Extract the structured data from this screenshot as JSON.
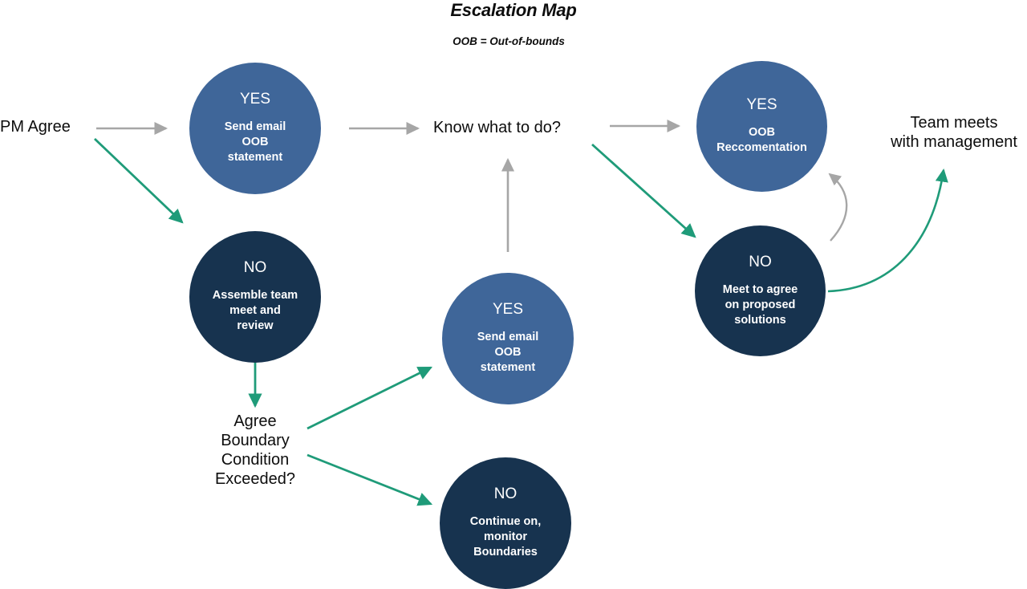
{
  "diagram": {
    "title": "Escalation Map",
    "subtitle": "OOB = Out-of-bounds",
    "colors": {
      "blue": "#3f6699",
      "navy": "#17334f",
      "green": "#1f9b79",
      "gray": "#a6a6a6",
      "text": "#0d0d0d",
      "background": "#ffffff"
    },
    "nodes": {
      "pm_agree": {
        "label": "PM Agree"
      },
      "yes_send_email_1": {
        "head": "YES",
        "body": "Send email\nOOB\nstatement"
      },
      "no_assemble_team": {
        "head": "NO",
        "body": "Assemble team\nmeet and\nreview"
      },
      "know_what_to_do": {
        "label": "Know what to do?"
      },
      "agree_boundary": {
        "label": "Agree\nBoundary\nCondition\nExceeded?"
      },
      "yes_send_email_2": {
        "head": "YES",
        "body": "Send email\nOOB\nstatement"
      },
      "no_continue_on": {
        "head": "NO",
        "body": "Continue on,\nmonitor\nBoundaries"
      },
      "yes_oob_recommendation": {
        "head": "YES",
        "body": "OOB\nReccomentation"
      },
      "no_meet_to_agree": {
        "head": "NO",
        "body": "Meet to agree\non proposed\nsolutions"
      },
      "team_meets_management": {
        "label": "Team meets\nwith management"
      }
    },
    "edges": [
      {
        "from": "pm_agree",
        "to": "yes_send_email_1",
        "color": "gray",
        "style": "straight"
      },
      {
        "from": "pm_agree",
        "to": "no_assemble_team",
        "color": "green",
        "style": "straight"
      },
      {
        "from": "yes_send_email_1",
        "to": "know_what_to_do",
        "color": "gray",
        "style": "straight"
      },
      {
        "from": "no_assemble_team",
        "to": "agree_boundary",
        "color": "green",
        "style": "straight"
      },
      {
        "from": "agree_boundary",
        "to": "yes_send_email_2",
        "color": "green",
        "style": "straight"
      },
      {
        "from": "agree_boundary",
        "to": "no_continue_on",
        "color": "green",
        "style": "straight"
      },
      {
        "from": "yes_send_email_2",
        "to": "know_what_to_do",
        "color": "gray",
        "style": "straight"
      },
      {
        "from": "know_what_to_do",
        "to": "yes_oob_recommendation",
        "color": "gray",
        "style": "straight"
      },
      {
        "from": "know_what_to_do",
        "to": "no_meet_to_agree",
        "color": "green",
        "style": "straight"
      },
      {
        "from": "no_meet_to_agree",
        "to": "yes_oob_recommendation",
        "color": "gray",
        "style": "curved"
      },
      {
        "from": "no_meet_to_agree",
        "to": "team_meets_management",
        "color": "green",
        "style": "curved"
      }
    ]
  }
}
